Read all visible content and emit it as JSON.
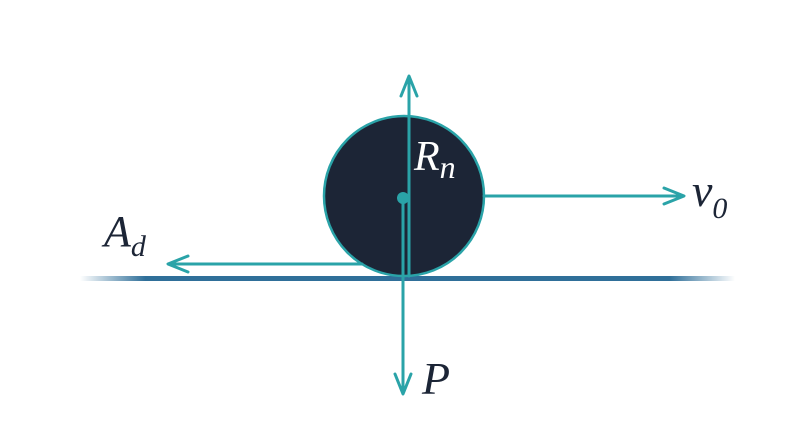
{
  "diagram": {
    "labels": {
      "normal_force": {
        "main": "R",
        "sub": "n"
      },
      "velocity": {
        "main": "v",
        "sub": "0"
      },
      "drag_force": {
        "main": "A",
        "sub": "d"
      },
      "weight": {
        "main": "P"
      }
    },
    "colors": {
      "ball_fill": "#1c2536",
      "vector": "#2aa3a8",
      "ground": "#2f6f99",
      "text": "#1c2536",
      "text_on_ball": "#ffffff"
    }
  }
}
